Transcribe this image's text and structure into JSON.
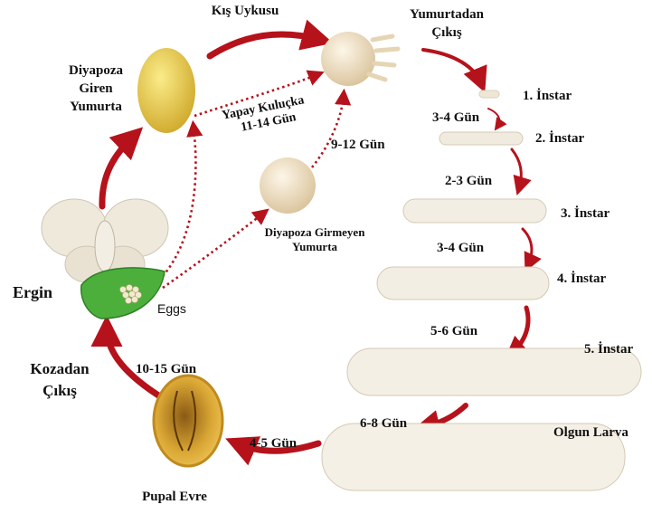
{
  "labels": {
    "kis_uykusu": "Kış Uykusu",
    "yumurtadan_cikis_1": "Yumurtadan",
    "yumurtadan_cikis_2": "Çıkış",
    "diyapoza_giren_1": "Diyapoza",
    "diyapoza_giren_2": "Giren",
    "diyapoza_giren_3": "Yumurta",
    "yapay_kulucka_1": "Yapay Kuluçka",
    "yapay_kulucka_2": "11-14 Gün",
    "gun_9_12": "9-12 Gün",
    "diyapoza_girmeyen_1": "Diyapoza Girmeyen",
    "diyapoza_girmeyen_2": "Yumurta",
    "instar_1": "1. İnstar",
    "gun_3_4_a": "3-4 Gün",
    "instar_2": "2. İnstar",
    "gun_2_3": "2-3 Gün",
    "instar_3": "3. İnstar",
    "gun_3_4_b": "3-4 Gün",
    "instar_4": "4. İnstar",
    "gun_5_6": "5-6 Gün",
    "instar_5": "5. İnstar",
    "gun_6_8": "6-8 Gün",
    "olgun_larva": "Olgun Larva",
    "gun_4_5": "4-5 Gün",
    "pupal_evre": "Pupal Evre",
    "gun_10_15": "10-15 Gün",
    "kozadan_cikis_1": "Kozadan",
    "kozadan_cikis_2": "Çıkış",
    "ergin": "Ergin",
    "eggs": "Eggs"
  },
  "colors": {
    "arrow": "#b5121b",
    "diapause_egg": "#e9cc3a",
    "egg": "#f0dfc1",
    "larva": "#f3efe6",
    "leaf": "#4caf3c",
    "cocoon": "#d8a52b",
    "moth": "#efe9dc"
  }
}
